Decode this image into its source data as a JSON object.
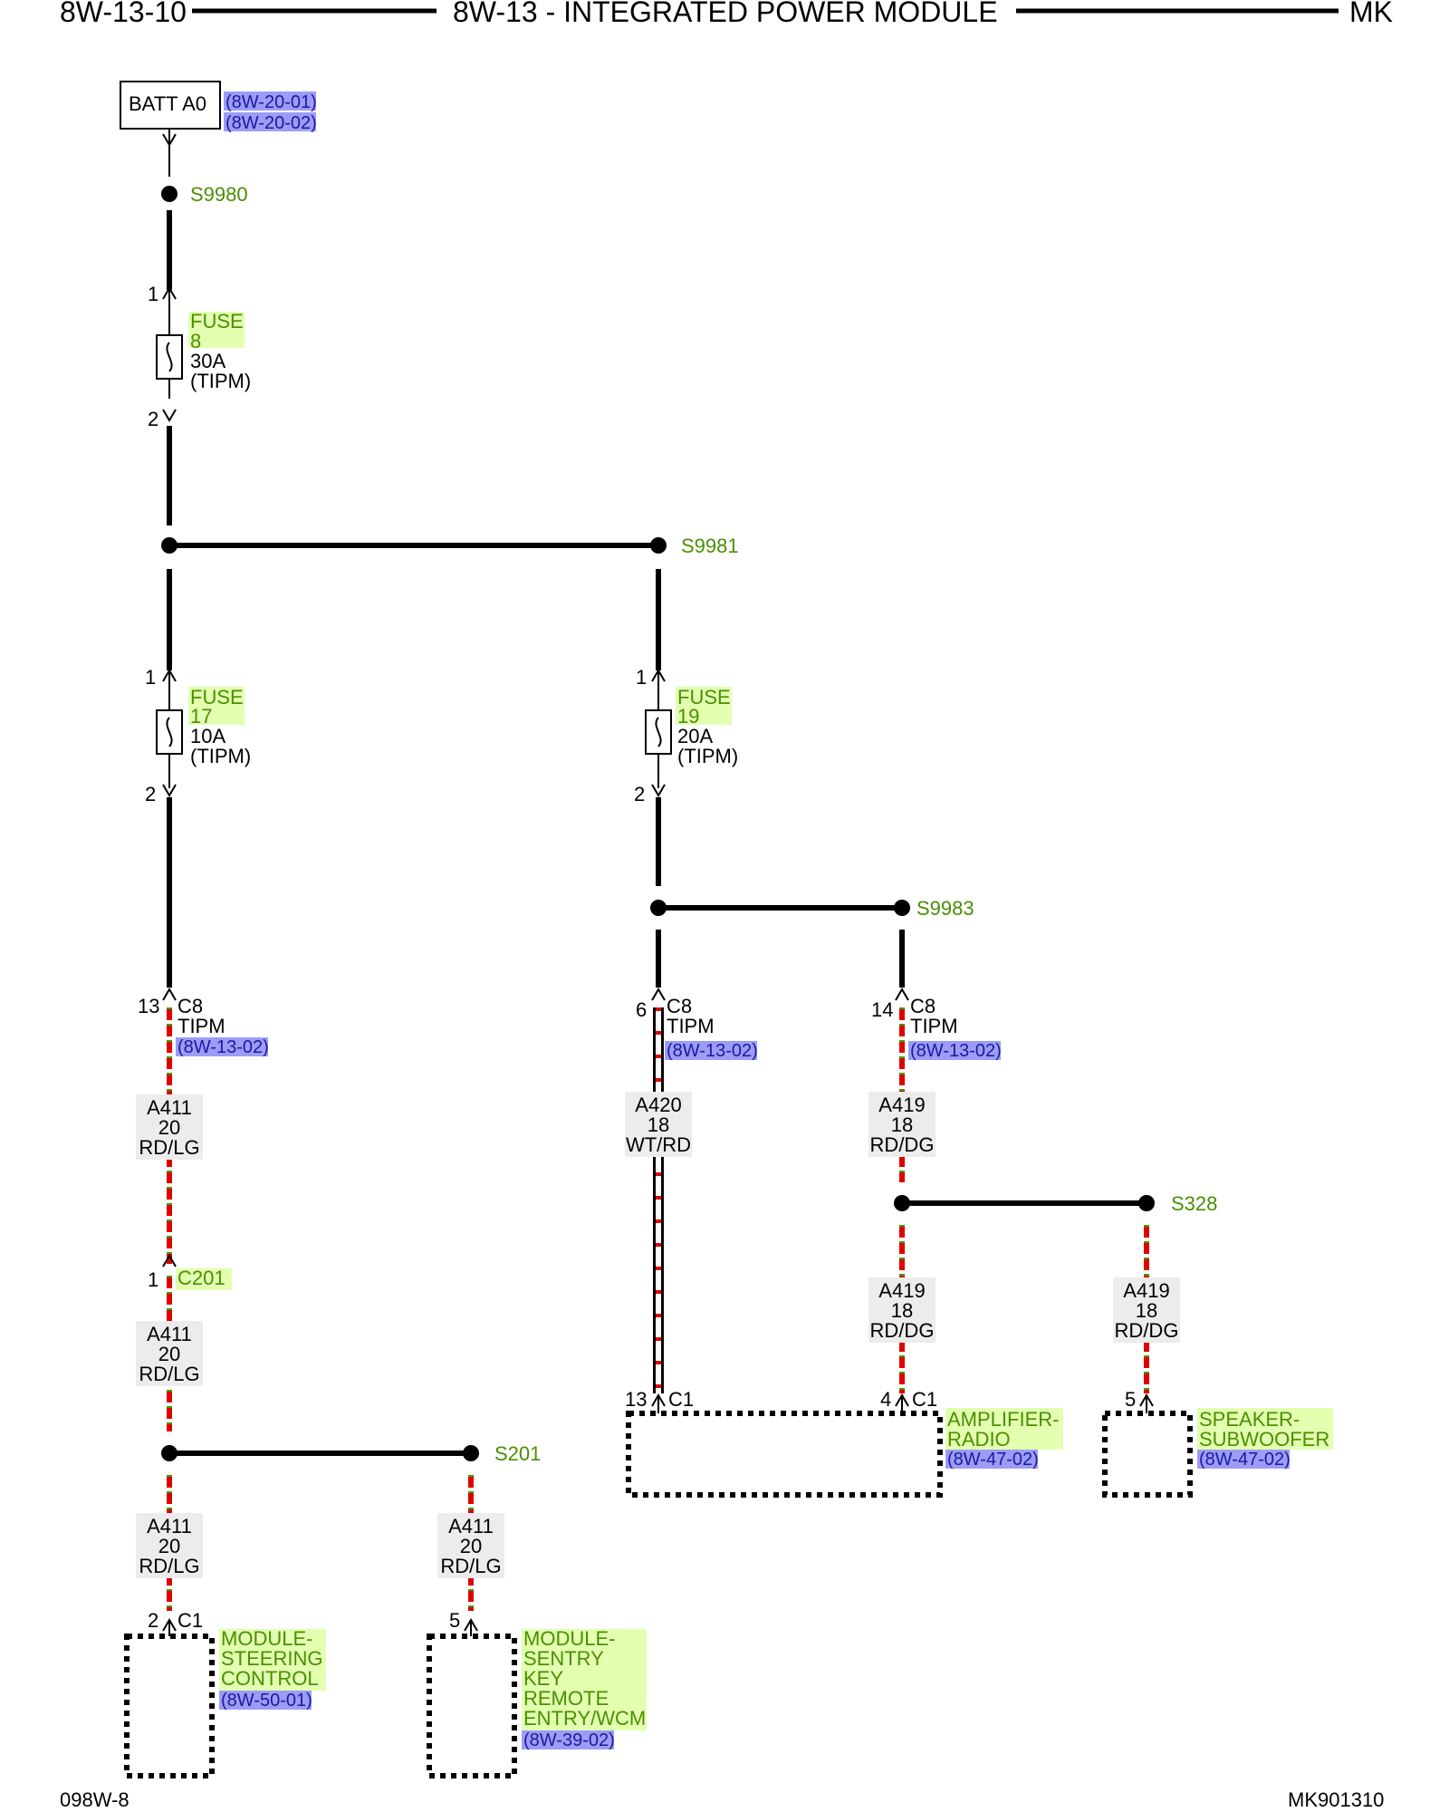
{
  "header": {
    "page_id": "8W-13-10",
    "title": "8W-13 - INTEGRATED POWER MODULE",
    "model": "MK"
  },
  "footer": {
    "left_code": "098W-8",
    "right_code": "MK901310"
  },
  "source": {
    "label": "BATT A0",
    "refs": [
      "(8W-20-01)",
      "(8W-20-02)"
    ]
  },
  "splices": {
    "s9980": "S9980",
    "s9981": "S9981",
    "s9983": "S9983",
    "s328": "S328",
    "s201": "S201"
  },
  "fuses": [
    {
      "name": "FUSE",
      "number": "8",
      "rating": "30A",
      "location": "(TIPM)",
      "pin_in": "1",
      "pin_out": "2"
    },
    {
      "name": "FUSE",
      "number": "17",
      "rating": "10A",
      "location": "(TIPM)",
      "pin_in": "1",
      "pin_out": "2"
    },
    {
      "name": "FUSE",
      "number": "19",
      "rating": "20A",
      "location": "(TIPM)",
      "pin_in": "1",
      "pin_out": "2"
    }
  ],
  "connectors": {
    "c8_a": {
      "pin": "13",
      "name": "C8",
      "module": "TIPM",
      "ref": "(8W-13-02)"
    },
    "c8_b": {
      "pin": "6",
      "name": "C8",
      "module": "TIPM",
      "ref": "(8W-13-02)"
    },
    "c8_c": {
      "pin": "14",
      "name": "C8",
      "module": "TIPM",
      "ref": "(8W-13-02)"
    },
    "c201": {
      "pin": "1",
      "name": "C201"
    },
    "steering_c1": {
      "pin": "2",
      "name": "C1"
    },
    "sentry_pin": {
      "pin": "5"
    },
    "amp_c1_a": {
      "pin": "13",
      "name": "C1"
    },
    "amp_c1_b": {
      "pin": "4",
      "name": "C1"
    },
    "sub_pin": {
      "pin": "5"
    }
  },
  "wires": [
    {
      "circuit": "A411",
      "gauge": "20",
      "color": "RD/LG"
    },
    {
      "circuit": "A411",
      "gauge": "20",
      "color": "RD/LG"
    },
    {
      "circuit": "A411",
      "gauge": "20",
      "color": "RD/LG"
    },
    {
      "circuit": "A411",
      "gauge": "20",
      "color": "RD/LG"
    },
    {
      "circuit": "A420",
      "gauge": "18",
      "color": "WT/RD"
    },
    {
      "circuit": "A419",
      "gauge": "18",
      "color": "RD/DG"
    },
    {
      "circuit": "A419",
      "gauge": "18",
      "color": "RD/DG"
    },
    {
      "circuit": "A419",
      "gauge": "18",
      "color": "RD/DG"
    }
  ],
  "components": {
    "steering": {
      "lines": [
        "MODULE-",
        "STEERING",
        "CONTROL"
      ],
      "ref": "(8W-50-01)"
    },
    "sentry": {
      "lines": [
        "MODULE-",
        "SENTRY",
        "KEY",
        "REMOTE",
        "ENTRY/WCM"
      ],
      "ref": "(8W-39-02)"
    },
    "amplifier": {
      "lines": [
        "AMPLIFIER-",
        "RADIO"
      ],
      "ref": "(8W-47-02)"
    },
    "subwoofer": {
      "lines": [
        "SPEAKER-",
        "SUBWOOFER"
      ],
      "ref": "(8W-47-02)"
    }
  },
  "colors": {
    "wire": "#000000",
    "red_tracer": "#e00000",
    "green_tracer": "#3aa000",
    "label_green": "#4a8f00",
    "ref_blue": "#1a1aa0",
    "highlight_green": "#e3ffb0",
    "highlight_blue": "#9c9cf5"
  }
}
